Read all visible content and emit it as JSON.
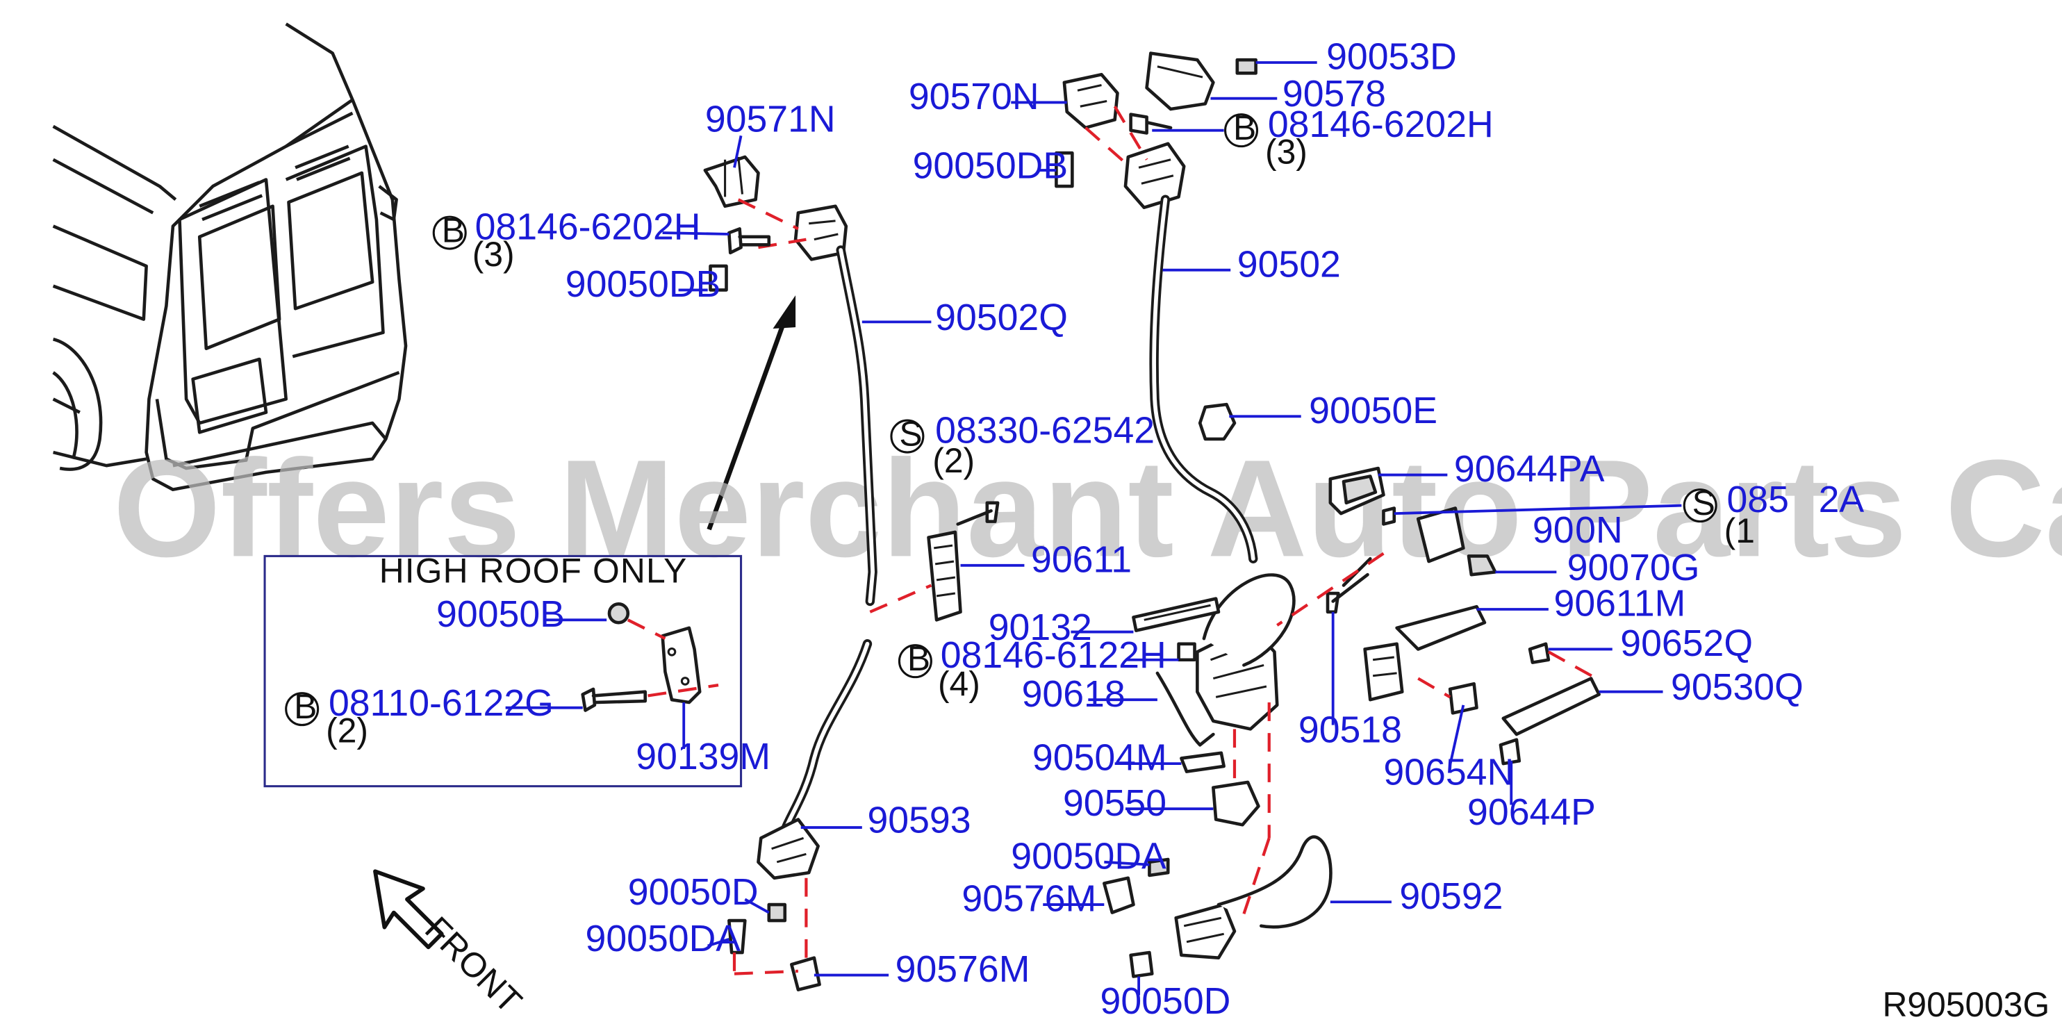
{
  "watermark": "Offers Merchant Auto Parts Catalog PARTSTORE.SA",
  "diagram_code": "R905003G",
  "inset": {
    "title": "HIGH   ROOF   ONLY"
  },
  "front_label": "FRONT",
  "parts": {
    "p90571N": "90571N",
    "p08146_6202H_left": "08146-6202H",
    "p08146_6202H_left_qty": "(3)",
    "p90050DB_left": "90050DB",
    "p90502Q": "90502Q",
    "p08330_62542": "08330-62542",
    "p08330_62542_qty": "(2)",
    "p90611": "90611",
    "p08146_6122H": "08146-6122H",
    "p08146_6122H_qty": "(4)",
    "p90593": "90593",
    "p90050D_left": "90050D",
    "p90050DA_left": "90050DA",
    "p90576M_bottom": "90576M",
    "p90050B": "90050B",
    "p08110_6122G": "08110-6122G",
    "p08110_6122G_qty": "(2)",
    "p90139M": "90139M",
    "p90570N": "90570N",
    "p90053D": "90053D",
    "p90578": "90578",
    "p08146_6202H_right": "08146-6202H",
    "p08146_6202H_right_qty": "(3)",
    "p90050DB_right": "90050DB",
    "p90502": "90502",
    "p90050E": "90050E",
    "p90644PA": "90644PA",
    "p_s_right_number": "085",
    "p_s_right_number_tail": "2A",
    "p_s_right_qty": "(1",
    "p90610N_prefix": "90",
    "p90610N_suffix": "0N",
    "p90070G": "90070G",
    "p90611M": "90611M",
    "p90652Q": "90652Q",
    "p90530Q": "90530Q",
    "p90654N": "90654N",
    "p90644P": "90644P",
    "p90132": "90132",
    "p90618": "90618",
    "p90518": "90518",
    "p90504M": "90504M",
    "p90550": "90550",
    "p90050DA_right": "90050DA",
    "p90576M_right": "90576M",
    "p90592": "90592",
    "p90050D_right": "90050D"
  },
  "circle_letters": {
    "B": "B",
    "S": "S"
  }
}
